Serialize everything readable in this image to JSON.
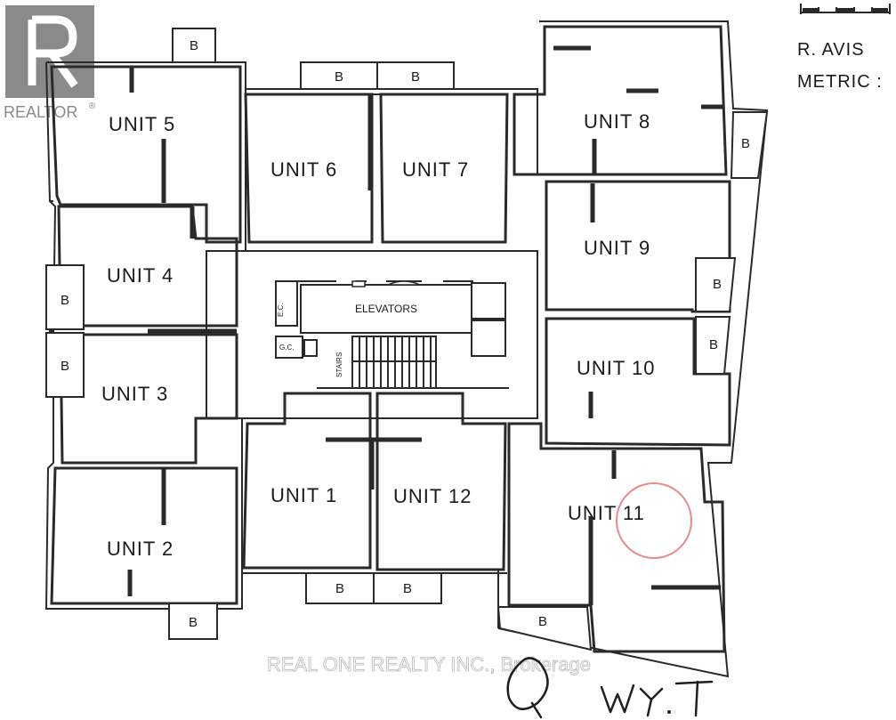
{
  "brand": {
    "name": "REALTOR",
    "mark": "®",
    "logo_color": "#8a8a8a"
  },
  "header": {
    "line1": "R. AVIS",
    "line2": "METRIC :"
  },
  "units": {
    "u1": "UNIT 1",
    "u2": "UNIT 2",
    "u3": "UNIT 3",
    "u4": "UNIT 4",
    "u5": "UNIT 5",
    "u6": "UNIT 6",
    "u7": "UNIT 7",
    "u8": "UNIT 8",
    "u9": "UNIT 9",
    "u10": "UNIT 10",
    "u11": "UNIT 11",
    "u12": "UNIT 12"
  },
  "balcony_label": "B",
  "core": {
    "elevators": "ELEVATORS",
    "stairs": "STAIRS",
    "ec": "E.C.",
    "gc": "G.C."
  },
  "watermark": "REAL ONE REALTY INC., Brokerage",
  "colors": {
    "wall": "#2a2a2a",
    "mark_circle": "#e88a8a"
  }
}
